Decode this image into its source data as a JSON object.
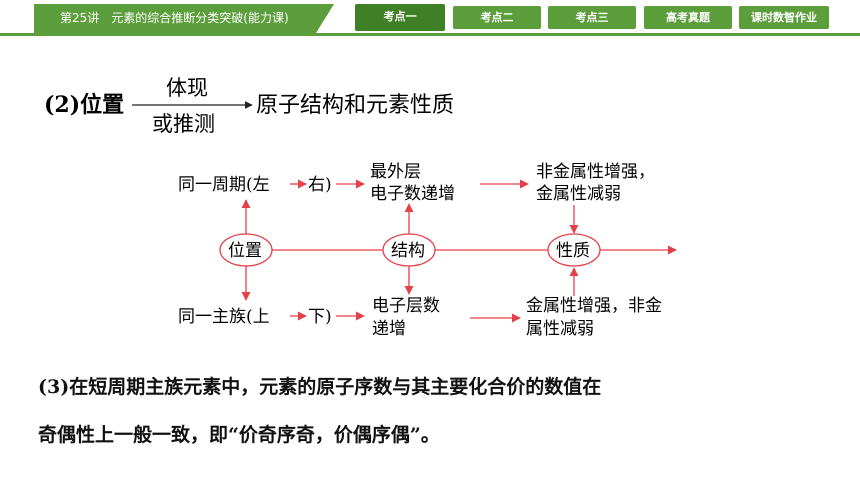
{
  "header": {
    "lesson_title": "第25讲　元素的综合推断分类突破(能力课)",
    "tabs": [
      {
        "label": "考点一",
        "active": true
      },
      {
        "label": "考点二",
        "active": false
      },
      {
        "label": "考点三",
        "active": false
      },
      {
        "label": "高考真题",
        "active": false
      },
      {
        "label": "课时数智作业",
        "active": false
      }
    ]
  },
  "colors": {
    "accent": "#5c9e3c",
    "accent_dark": "#3f7f26",
    "arrow_red": "#e5404a"
  },
  "section2": {
    "prefix": "(2)位置",
    "arrow_top": "体现",
    "arrow_bottom": "或推测",
    "suffix": "原子结构和元素性质"
  },
  "diagram": {
    "row_top": {
      "start": "同一周期(左",
      "end": "右)",
      "mid": [
        "最外层",
        "电子数递增"
      ],
      "result": [
        "非金属性增强，",
        "金属性减弱"
      ]
    },
    "row_mid": {
      "node1": "位置",
      "node2": "结构",
      "node3": "性质"
    },
    "row_bottom": {
      "start": "同一主族(上",
      "end": "下)",
      "mid": [
        "电子层数",
        "递增"
      ],
      "result": [
        "金属性增强，非金",
        "属性减弱"
      ]
    }
  },
  "section3": {
    "line1": "(3)在短周期主族元素中，元素的原子序数与其主要化合价的数值在",
    "line2": "奇偶性上一般一致，即“价奇序奇，价偶序偶”。"
  }
}
